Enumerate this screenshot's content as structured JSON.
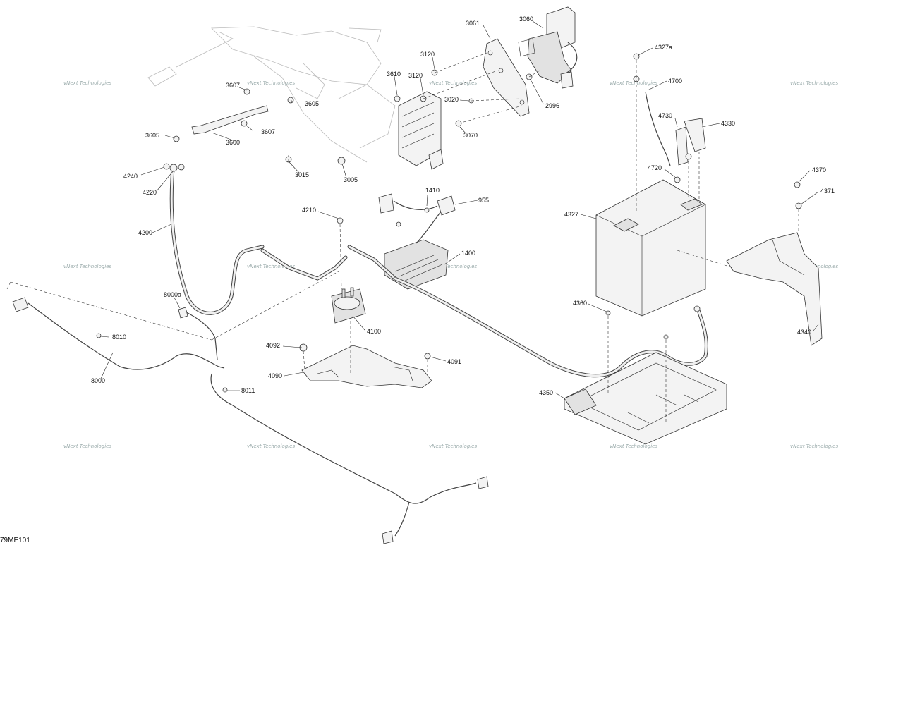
{
  "figure_id": "79ME101",
  "watermark_text": "vNext Technologies",
  "callouts": [
    {
      "id": "c3061",
      "text": "3061"
    },
    {
      "id": "c3060",
      "text": "3060"
    },
    {
      "id": "c3120a",
      "text": "3120"
    },
    {
      "id": "c3610",
      "text": "3610"
    },
    {
      "id": "c3120b",
      "text": "3120"
    },
    {
      "id": "c3020",
      "text": "3020"
    },
    {
      "id": "c2996",
      "text": "2996"
    },
    {
      "id": "c3070",
      "text": "3070"
    },
    {
      "id": "c3607a",
      "text": "3607"
    },
    {
      "id": "c3605a",
      "text": "3605"
    },
    {
      "id": "c3607b",
      "text": "3607"
    },
    {
      "id": "c3605b",
      "text": "3605"
    },
    {
      "id": "c3600",
      "text": "3600"
    },
    {
      "id": "c3015",
      "text": "3015"
    },
    {
      "id": "c3005",
      "text": "3005"
    },
    {
      "id": "c4240",
      "text": "4240"
    },
    {
      "id": "c4220",
      "text": "4220"
    },
    {
      "id": "c4200",
      "text": "4200"
    },
    {
      "id": "c1410",
      "text": "1410"
    },
    {
      "id": "c955",
      "text": "955"
    },
    {
      "id": "c4210",
      "text": "4210"
    },
    {
      "id": "c1400",
      "text": "1400"
    },
    {
      "id": "c8000a",
      "text": "8000a"
    },
    {
      "id": "c4100",
      "text": "4100"
    },
    {
      "id": "c8010",
      "text": "8010"
    },
    {
      "id": "c8000",
      "text": "8000"
    },
    {
      "id": "c4092",
      "text": "4092"
    },
    {
      "id": "c4091",
      "text": "4091"
    },
    {
      "id": "c4090",
      "text": "4090"
    },
    {
      "id": "c8011",
      "text": "8011"
    },
    {
      "id": "c4327a",
      "text": "4327a"
    },
    {
      "id": "c4700",
      "text": "4700"
    },
    {
      "id": "c4730",
      "text": "4730"
    },
    {
      "id": "c4330",
      "text": "4330"
    },
    {
      "id": "c4720",
      "text": "4720"
    },
    {
      "id": "c4327",
      "text": "4327"
    },
    {
      "id": "c4360",
      "text": "4360"
    },
    {
      "id": "c4350",
      "text": "4350"
    },
    {
      "id": "c4370",
      "text": "4370"
    },
    {
      "id": "c4371",
      "text": "4371"
    },
    {
      "id": "c4340",
      "text": "4340"
    }
  ]
}
